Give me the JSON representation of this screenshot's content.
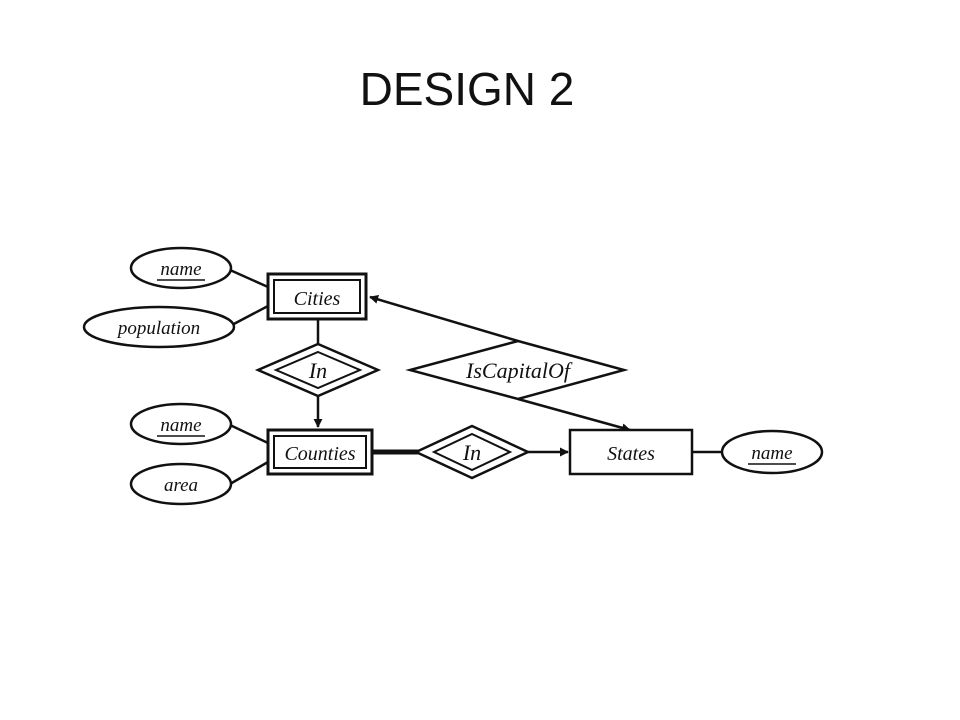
{
  "title": "DESIGN 2",
  "entities": {
    "cities": "Cities",
    "counties": "Counties",
    "states": "States"
  },
  "relationships": {
    "cities_in_counties": "In",
    "counties_in_states": "In",
    "is_capital_of": "IsCapitalOf"
  },
  "attributes": {
    "cities_name": "name",
    "cities_population": "population",
    "counties_name": "name",
    "counties_area": "area",
    "states_name": "name"
  }
}
